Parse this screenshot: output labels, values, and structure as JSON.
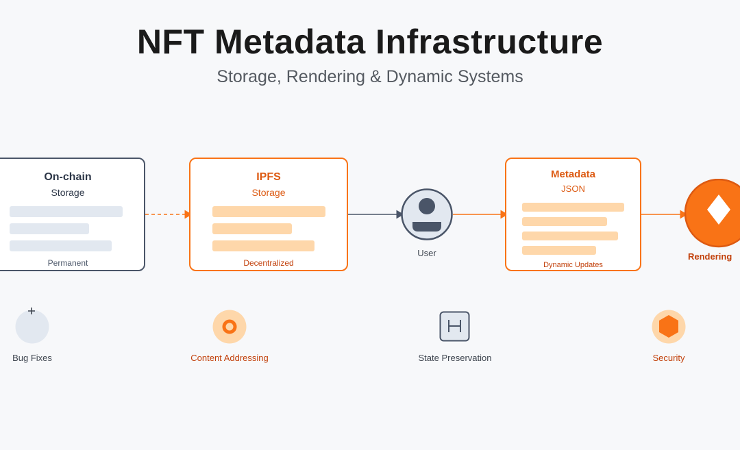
{
  "header": {
    "title": "NFT Metadata Infrastructure",
    "subtitle": "Storage, Rendering & Dynamic Systems"
  },
  "nodes": {
    "onchain": {
      "title": "On-chain",
      "subtitle": "Storage",
      "footer": "Permanent"
    },
    "ipfs": {
      "title": "IPFS",
      "subtitle": "Storage",
      "footer": "Decentralized"
    },
    "user": {
      "label": "User"
    },
    "metadata": {
      "title": "Metadata",
      "subtitle": "JSON",
      "footer": "Dynamic Updates"
    },
    "rendering": {
      "label": "Rendering"
    }
  },
  "features": [
    {
      "label": "Bug Fixes",
      "icon": "plus-circle-icon"
    },
    {
      "label": "Content Addressing",
      "icon": "ring-target-icon"
    },
    {
      "label": "State Preservation",
      "icon": "h-box-icon"
    },
    {
      "label": "Security",
      "icon": "hexagon-shield-icon"
    }
  ],
  "colors": {
    "accent": "#f97316",
    "accent_text": "#c2410c",
    "slate": "#4a5568",
    "light_bar": "#e2e8f0",
    "orange_bar": "#fed7aa",
    "background": "#f7f8fa"
  }
}
